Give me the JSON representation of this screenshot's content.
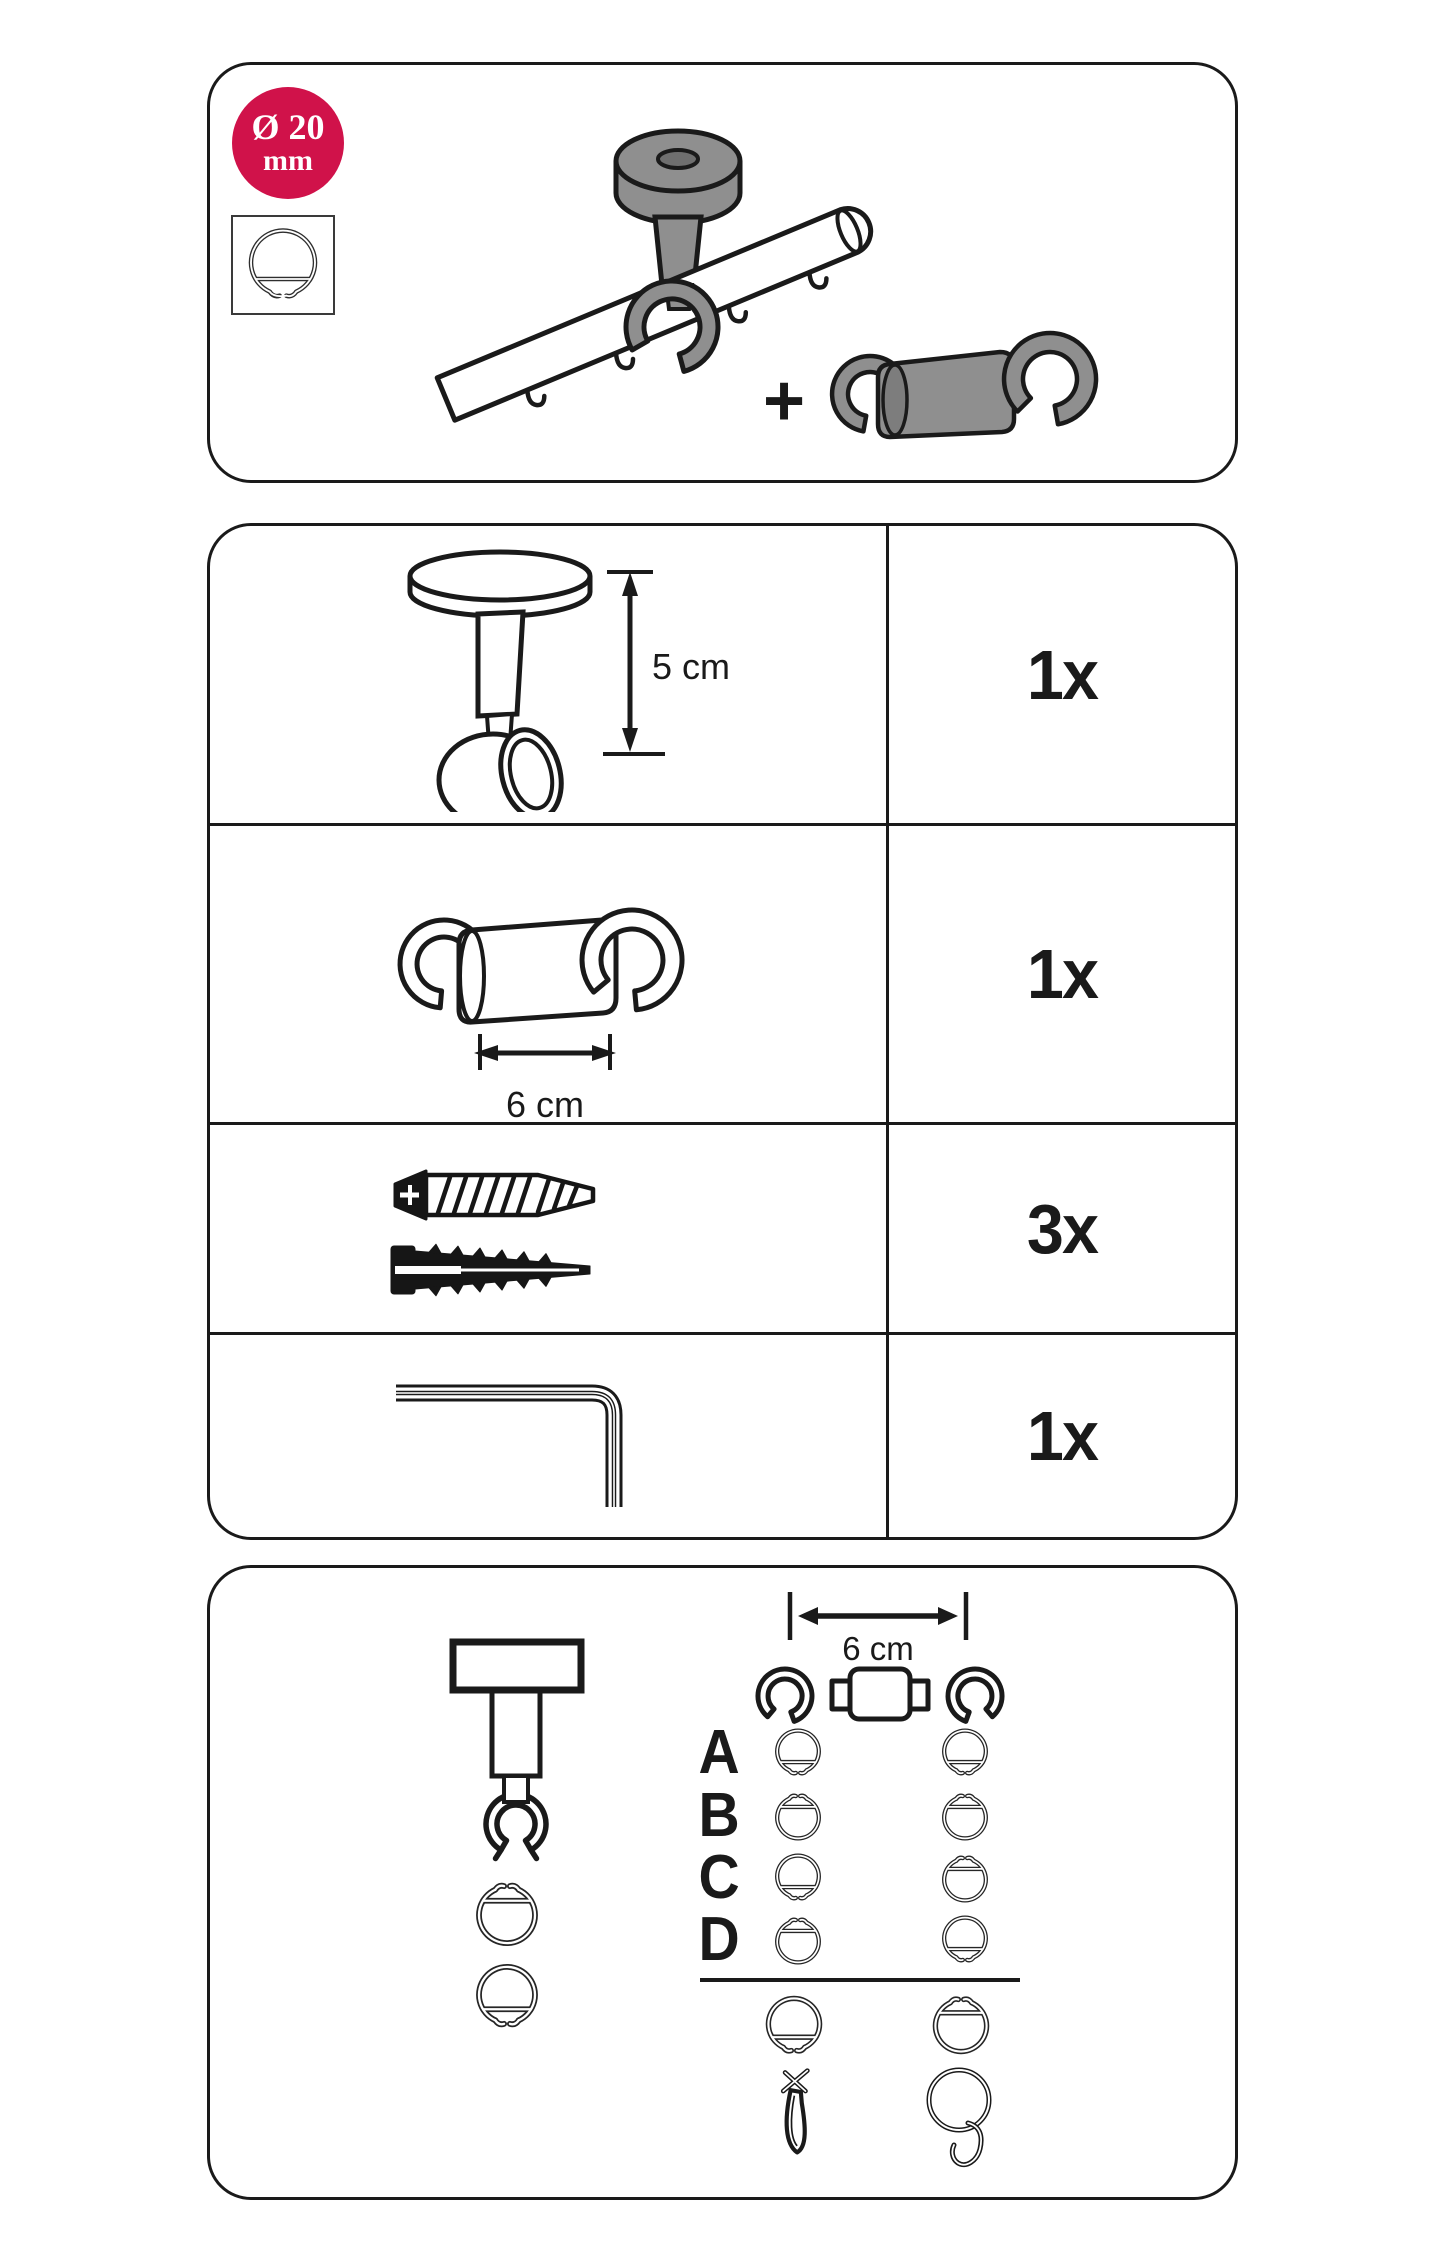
{
  "colors": {
    "badge_red": "#d0124a",
    "part_gray": "#8f8f8f",
    "outline_black": "#1a1a1a",
    "paper_white": "#ffffff"
  },
  "badge": {
    "diameter": "Ø 20",
    "unit": "mm"
  },
  "top_panel": {
    "plus_sign": "+",
    "icons": [
      "rail-profile-icon",
      "ceiling-adapter-on-rod",
      "rod-connector"
    ]
  },
  "parts_table": {
    "rows": [
      {
        "part": "ceiling-support",
        "dimension": "5 cm",
        "quantity": "1x"
      },
      {
        "part": "rod-connector",
        "dimension": "6 cm",
        "quantity": "1x"
      },
      {
        "part": "screw-and-wall-plug",
        "quantity": "3x"
      },
      {
        "part": "hex-key",
        "quantity": "1x"
      }
    ]
  },
  "assembly_panel": {
    "dimension": "6 cm",
    "combination_rows": [
      {
        "label": "A",
        "left_ring": "open-bottom",
        "right_ring": "open-bottom"
      },
      {
        "label": "B",
        "left_ring": "open-top",
        "right_ring": "open-top"
      },
      {
        "label": "C",
        "left_ring": "open-bottom",
        "right_ring": "open-top"
      },
      {
        "label": "D",
        "left_ring": "open-top",
        "right_ring": "open-bottom"
      }
    ],
    "below_line": {
      "left_ring": "open-bottom",
      "right_ring": "open-top",
      "icons": [
        "curtain-glider-hook",
        "ring-with-eyelet"
      ]
    }
  }
}
